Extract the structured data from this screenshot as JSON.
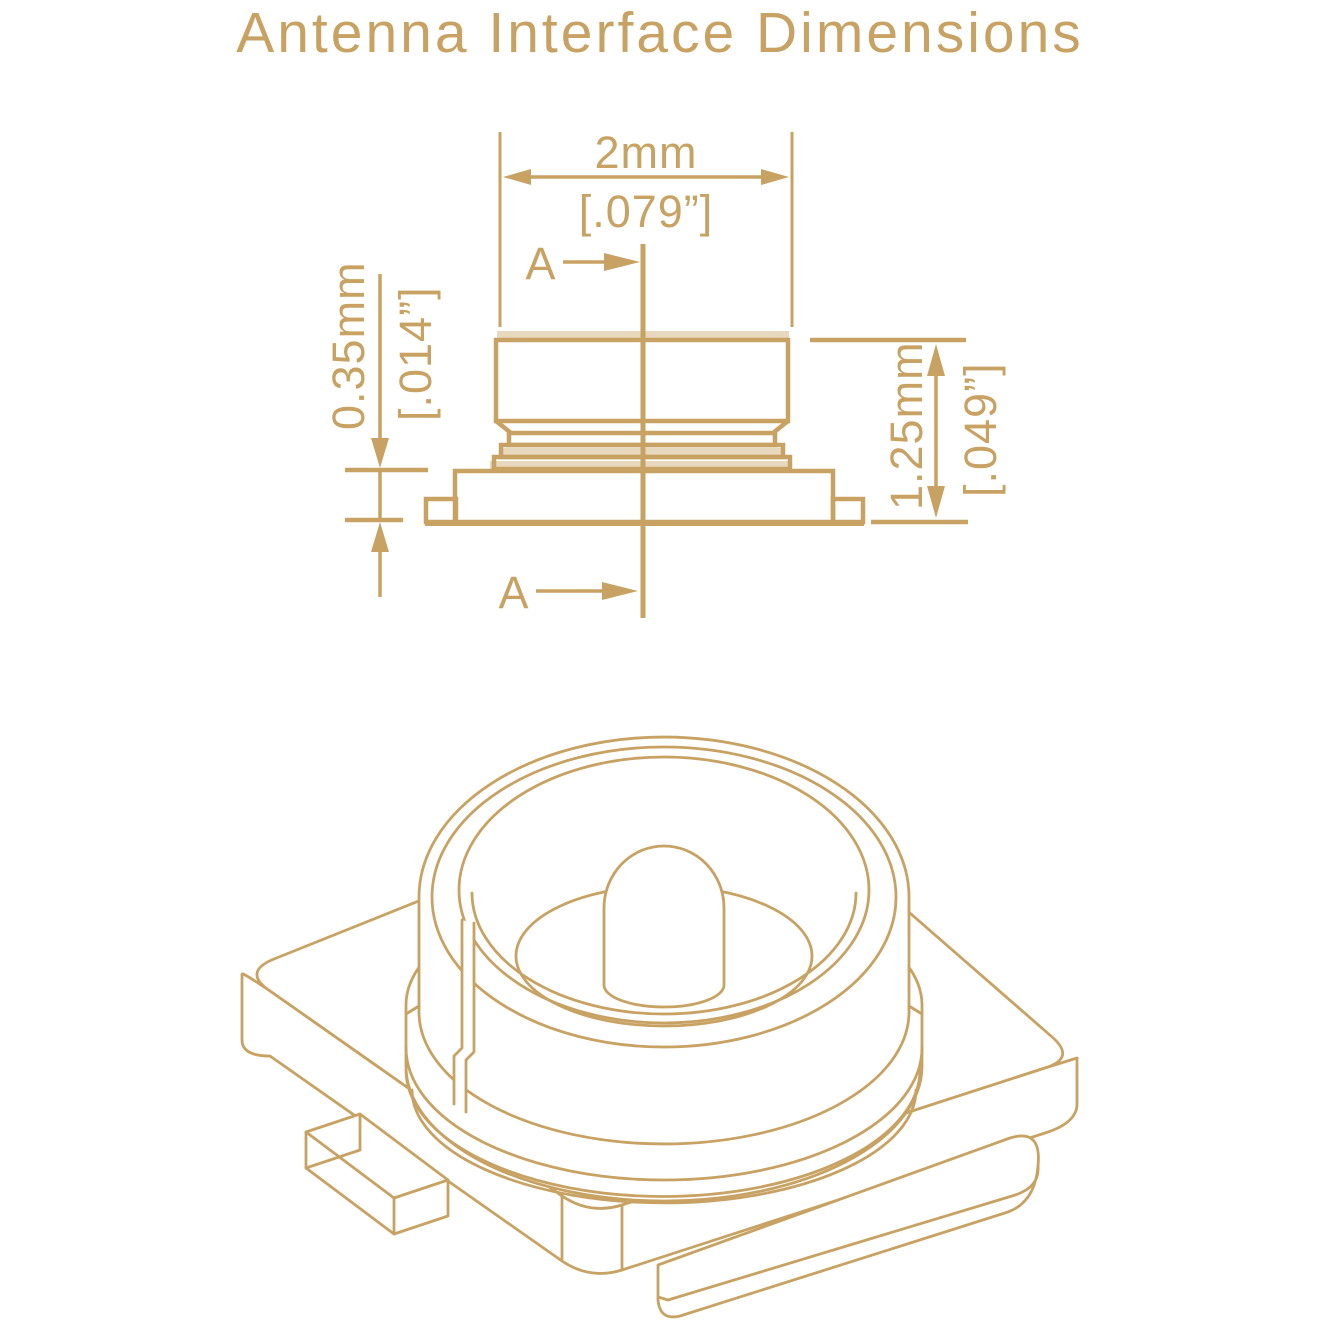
{
  "title": "Antenna Interface Dimensions",
  "colors": {
    "accent": "#C8A263",
    "tint": "#E3CCA1",
    "background": "#FFFFFF"
  },
  "side_view": {
    "section_label_top": "A",
    "section_label_bottom": "A",
    "dim_width_metric": "2mm",
    "dim_width_imperial": "[.079”]",
    "dim_stub_metric": "0.35mm",
    "dim_stub_imperial": "[.014”]",
    "dim_height_metric": "1.25mm",
    "dim_height_imperial": "[.049”]"
  }
}
